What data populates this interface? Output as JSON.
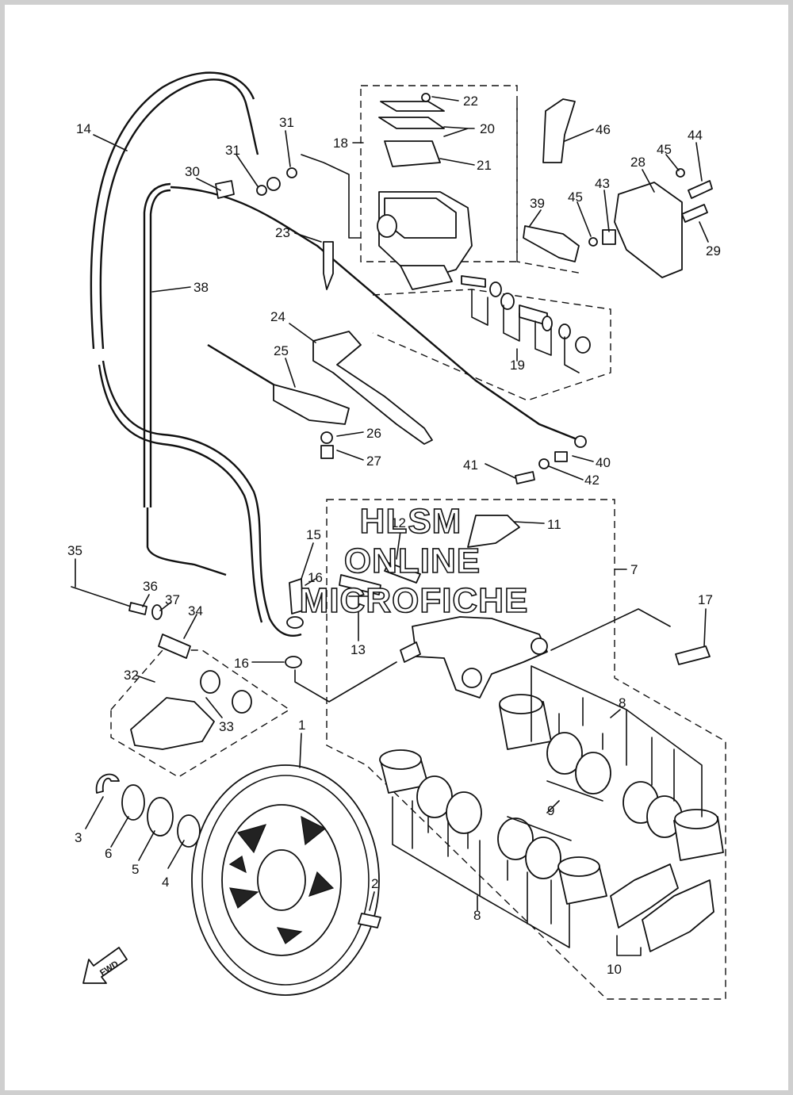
{
  "watermark": {
    "line1": "HLSM",
    "line2": "ONLINE",
    "line3": "MICROFICHE"
  },
  "direction_arrow": {
    "label": "FWD",
    "icon": "fwd-arrow-icon"
  },
  "callouts": [
    "1",
    "2",
    "3",
    "4",
    "5",
    "6",
    "7",
    "8",
    "8",
    "9",
    "10",
    "11",
    "12",
    "13",
    "14",
    "15",
    "16",
    "16",
    "17",
    "18",
    "19",
    "20",
    "21",
    "22",
    "23",
    "24",
    "25",
    "26",
    "27",
    "28",
    "29",
    "30",
    "31",
    "31",
    "32",
    "33",
    "34",
    "35",
    "36",
    "37",
    "38",
    "39",
    "40",
    "41",
    "42",
    "43",
    "44",
    "45",
    "45",
    "46"
  ],
  "colors": {
    "line": "#111111",
    "background": "#ffffff",
    "frame": "#cfcfcf"
  }
}
